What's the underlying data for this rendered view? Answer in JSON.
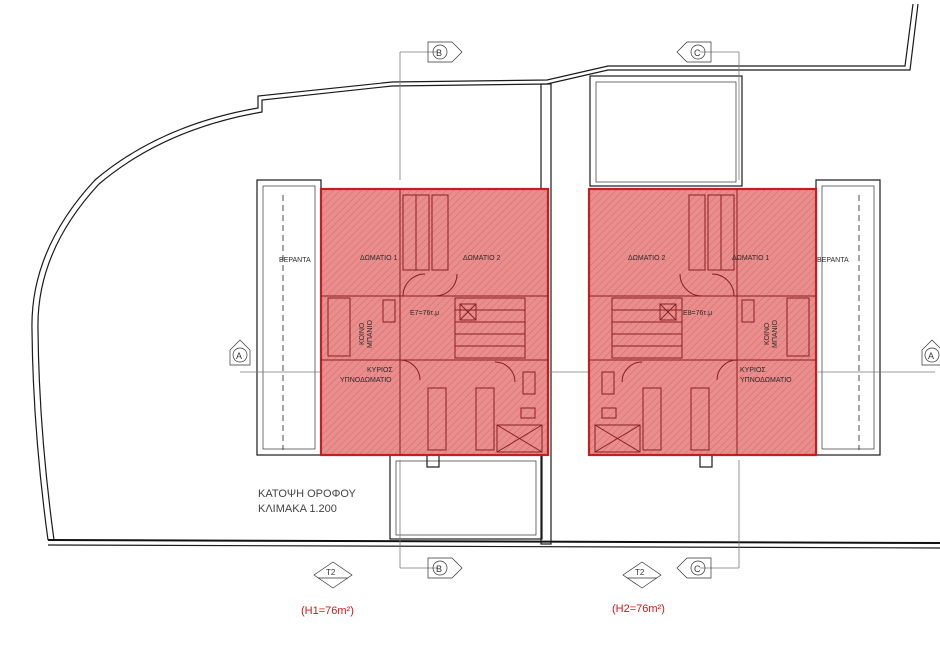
{
  "plan_title": [
    "ΚΑΤΟΨΗ ΟΡΟΦΟΥ",
    "ΚΛΙΜΑΚΑ 1.200"
  ],
  "section_marks": {
    "a_left": "A",
    "a_right": "A",
    "b_top": "B",
    "b_bottom": "B",
    "c_top": "C",
    "c_bottom": "C"
  },
  "type_tags": {
    "left": "T2",
    "right": "T2"
  },
  "house_areas": {
    "h1": "(H1=76m²)",
    "h2": "(H2=76m²)"
  },
  "unit_left": {
    "veranda": "ΒΕΡΑΝΤΑ",
    "room1": "ΔΩΜΑΤΙΟ 1",
    "room2": "ΔΩΜΑΤΙΟ 2",
    "area": "Ε7=76τ.μ",
    "bath": [
      "ΚΟΙΝΟ",
      "ΜΠΑΝΙΟ"
    ],
    "master": [
      "ΚΥΡΙΟΣ",
      "ΥΠΝΟΔΩΜΑΤΙΟ"
    ]
  },
  "unit_right": {
    "veranda": "ΒΕΡΑΝΤΑ",
    "room1": "ΔΩΜΑΤΙΟ 1",
    "room2": "ΔΩΜΑΤΙΟ 2",
    "area": "Ε8=76τ.μ",
    "bath": [
      "ΚΟΙΝΟ",
      "ΜΠΑΝΙΟ"
    ],
    "master": [
      "ΚΥΡΙΟΣ",
      "ΥΠΝΟΔΩΜΑΤΙΟ"
    ]
  },
  "colors": {
    "highlight": "#e88a8a",
    "highlight_stroke": "#c41f1f",
    "linework": "#1b1b1b",
    "area_label": "#d01818"
  }
}
